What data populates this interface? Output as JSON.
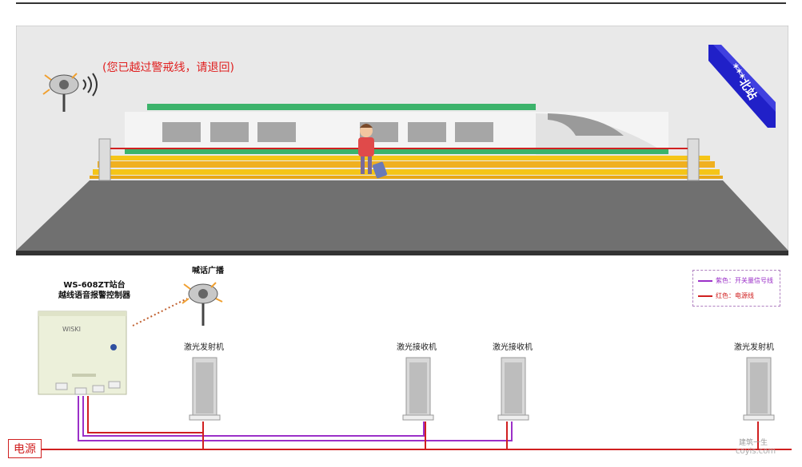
{
  "scene": {
    "speaker_hint": "(您已越过警戒线，请退回)",
    "station_sign": "***北站"
  },
  "controller": {
    "title_line1": "WS-608ZT站台",
    "title_line2": "越线语音报警控制器",
    "brand": "WISKI"
  },
  "broadcast": {
    "label": "喊话广播"
  },
  "devices": [
    {
      "label": "激光发射机"
    },
    {
      "label": "激光接收机"
    },
    {
      "label": "激光接收机"
    },
    {
      "label": "激光发射机"
    }
  ],
  "legend": {
    "items": [
      {
        "label": "紫色：开关量信号线",
        "color": "#9b30c8"
      },
      {
        "label": "红色：电源线",
        "color": "#d02020"
      }
    ]
  },
  "power": {
    "label": "电源"
  },
  "watermark": {
    "line1": "建筑一生",
    "line2": "coyis.com"
  },
  "colors": {
    "signal_wire": "#9b30c8",
    "power_wire": "#d02020",
    "platform": "#707070",
    "train_stripe": "#3cb36b",
    "safety_yellow": "#f5c518",
    "sign_blue": "#2020c8"
  }
}
